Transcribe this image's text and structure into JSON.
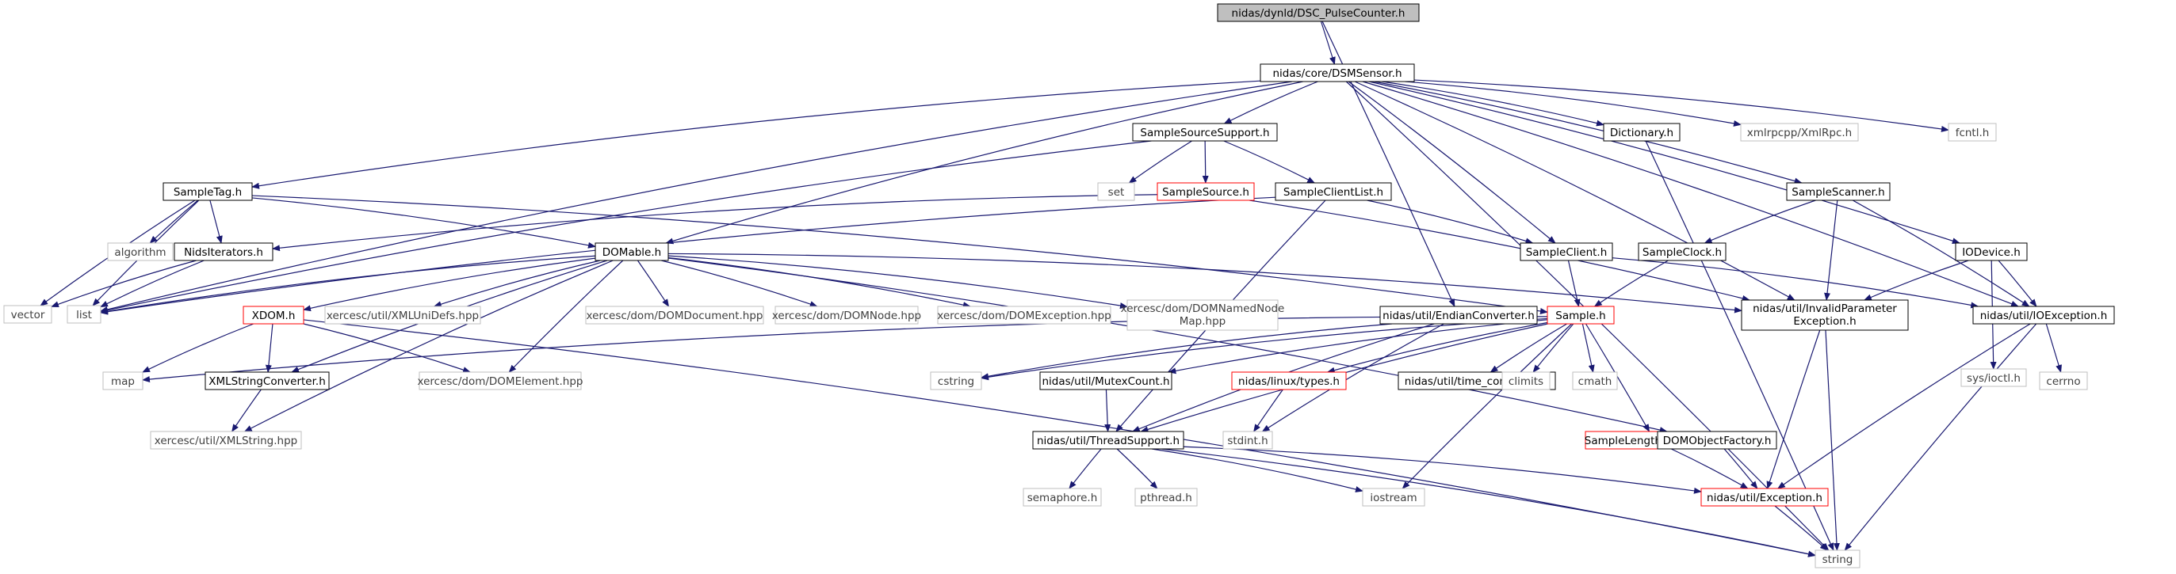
{
  "diagram": {
    "colors": {
      "edge": "#191970",
      "node_border": "#000000",
      "external_border": "#bfbfbf",
      "incomplete_border": "#ff0000",
      "root_fill": "#bfbfbf",
      "fill": "#ffffff",
      "text": "#000000",
      "external_text": "#404040"
    },
    "nodes": [
      {
        "id": "root",
        "label": "nidas/dynld/DSC_PulseCounter.h",
        "kind": "root"
      },
      {
        "id": "dsmsensor",
        "label": "nidas/core/DSMSensor.h",
        "kind": "normal"
      },
      {
        "id": "sampletag",
        "label": "SampleTag.h",
        "kind": "normal"
      },
      {
        "id": "ss_support",
        "label": "SampleSourceSupport.h",
        "kind": "normal"
      },
      {
        "id": "dictionary",
        "label": "Dictionary.h",
        "kind": "normal"
      },
      {
        "id": "xmlrpc",
        "label": "xmlrpcpp/XmlRpc.h",
        "kind": "external"
      },
      {
        "id": "fcntl",
        "label": "fcntl.h",
        "kind": "external"
      },
      {
        "id": "set",
        "label": "set",
        "kind": "external"
      },
      {
        "id": "samplesource",
        "label": "SampleSource.h",
        "kind": "incomplete"
      },
      {
        "id": "clientlist",
        "label": "SampleClientList.h",
        "kind": "normal"
      },
      {
        "id": "samplescanner",
        "label": "SampleScanner.h",
        "kind": "normal"
      },
      {
        "id": "nidsiter",
        "label": "NidsIterators.h",
        "kind": "normal"
      },
      {
        "id": "algorithm",
        "label": "algorithm",
        "kind": "external"
      },
      {
        "id": "domable",
        "label": "DOMable.h",
        "kind": "normal"
      },
      {
        "id": "sampleclient",
        "label": "SampleClient.h",
        "kind": "normal"
      },
      {
        "id": "sampleclock",
        "label": "SampleClock.h",
        "kind": "normal"
      },
      {
        "id": "iodevice",
        "label": "IODevice.h",
        "kind": "normal"
      },
      {
        "id": "vector",
        "label": "vector",
        "kind": "external"
      },
      {
        "id": "list",
        "label": "list",
        "kind": "external"
      },
      {
        "id": "xdom",
        "label": "XDOM.h",
        "kind": "incomplete"
      },
      {
        "id": "xmlunidefs",
        "label": "xercesc/util/XMLUniDefs.hpp",
        "kind": "external"
      },
      {
        "id": "domdocument",
        "label": "xercesc/dom/DOMDocument.hpp",
        "kind": "external"
      },
      {
        "id": "domnode",
        "label": "xercesc/dom/DOMNode.hpp",
        "kind": "external"
      },
      {
        "id": "domexception",
        "label": "xercesc/dom/DOMException.hpp",
        "kind": "external"
      },
      {
        "id": "domnamednodemap",
        "label": "xercesc/dom/DOMNamedNode\nMap.hpp",
        "kind": "external"
      },
      {
        "id": "endianconv",
        "label": "nidas/util/EndianConverter.h",
        "kind": "normal"
      },
      {
        "id": "sample",
        "label": "Sample.h",
        "kind": "incomplete"
      },
      {
        "id": "invalidparam",
        "label": "nidas/util/InvalidParameter\nException.h",
        "kind": "normal"
      },
      {
        "id": "ioexception",
        "label": "nidas/util/IOException.h",
        "kind": "normal"
      },
      {
        "id": "sysioctl",
        "label": "sys/ioctl.h",
        "kind": "external"
      },
      {
        "id": "map",
        "label": "map",
        "kind": "external"
      },
      {
        "id": "xmlstrconv",
        "label": "XMLStringConverter.h",
        "kind": "normal"
      },
      {
        "id": "domelement",
        "label": "xercesc/dom/DOMElement.hpp",
        "kind": "external"
      },
      {
        "id": "cstring",
        "label": "cstring",
        "kind": "external"
      },
      {
        "id": "mutexcount",
        "label": "nidas/util/MutexCount.h",
        "kind": "normal"
      },
      {
        "id": "linuxtypes",
        "label": "nidas/linux/types.h",
        "kind": "incomplete"
      },
      {
        "id": "timeconst",
        "label": "nidas/util/time_constants.h",
        "kind": "normal"
      },
      {
        "id": "climits",
        "label": "climits",
        "kind": "external"
      },
      {
        "id": "cmath",
        "label": "cmath",
        "kind": "external"
      },
      {
        "id": "cerrno",
        "label": "cerrno",
        "kind": "external"
      },
      {
        "id": "xmlstring",
        "label": "xercesc/util/XMLString.hpp",
        "kind": "external"
      },
      {
        "id": "threadsupport",
        "label": "nidas/util/ThreadSupport.h",
        "kind": "normal"
      },
      {
        "id": "stdint",
        "label": "stdint.h",
        "kind": "external"
      },
      {
        "id": "samplelengthex",
        "label": "SampleLengthException.h",
        "kind": "incomplete"
      },
      {
        "id": "domobjfactory",
        "label": "DOMObjectFactory.h",
        "kind": "normal"
      },
      {
        "id": "semaphore",
        "label": "semaphore.h",
        "kind": "external"
      },
      {
        "id": "pthread",
        "label": "pthread.h",
        "kind": "external"
      },
      {
        "id": "iostream",
        "label": "iostream",
        "kind": "external"
      },
      {
        "id": "exception",
        "label": "nidas/util/Exception.h",
        "kind": "incomplete"
      },
      {
        "id": "string",
        "label": "string",
        "kind": "external"
      }
    ],
    "edges": [
      [
        "root",
        "dsmsensor"
      ],
      [
        "root",
        "endianconv"
      ],
      [
        "dsmsensor",
        "sampletag"
      ],
      [
        "dsmsensor",
        "ss_support"
      ],
      [
        "dsmsensor",
        "list"
      ],
      [
        "dsmsensor",
        "domable"
      ],
      [
        "dsmsensor",
        "sampleclient"
      ],
      [
        "dsmsensor",
        "dictionary"
      ],
      [
        "dsmsensor",
        "invalidparam"
      ],
      [
        "dsmsensor",
        "xmlrpc"
      ],
      [
        "dsmsensor",
        "samplescanner"
      ],
      [
        "dsmsensor",
        "string"
      ],
      [
        "dsmsensor",
        "fcntl"
      ],
      [
        "dsmsensor",
        "iodevice"
      ],
      [
        "dsmsensor",
        "ioexception"
      ],
      [
        "sampletag",
        "nidsiter"
      ],
      [
        "sampletag",
        "algorithm"
      ],
      [
        "sampletag",
        "domable"
      ],
      [
        "sampletag",
        "sample"
      ],
      [
        "sampletag",
        "vector"
      ],
      [
        "sampletag",
        "list"
      ],
      [
        "ss_support",
        "set"
      ],
      [
        "ss_support",
        "samplesource"
      ],
      [
        "ss_support",
        "clientlist"
      ],
      [
        "ss_support",
        "list"
      ],
      [
        "samplesource",
        "nidsiter"
      ],
      [
        "samplesource",
        "invalidparam"
      ],
      [
        "clientlist",
        "sampleclient"
      ],
      [
        "clientlist",
        "threadsupport"
      ],
      [
        "clientlist",
        "list"
      ],
      [
        "samplescanner",
        "sampleclock"
      ],
      [
        "samplescanner",
        "invalidparam"
      ],
      [
        "samplescanner",
        "ioexception"
      ],
      [
        "nidsiter",
        "vector"
      ],
      [
        "nidsiter",
        "list"
      ],
      [
        "domable",
        "xdom"
      ],
      [
        "domable",
        "xmlunidefs"
      ],
      [
        "domable",
        "domdocument"
      ],
      [
        "domable",
        "domnode"
      ],
      [
        "domable",
        "domexception"
      ],
      [
        "domable",
        "domnamednodemap"
      ],
      [
        "domable",
        "domelement"
      ],
      [
        "domable",
        "xmlstrconv"
      ],
      [
        "domable",
        "xmlstring"
      ],
      [
        "domable",
        "domobjfactory"
      ],
      [
        "domable",
        "invalidparam"
      ],
      [
        "domable",
        "list"
      ],
      [
        "sampleclient",
        "sample"
      ],
      [
        "sampleclient",
        "ioexception"
      ],
      [
        "sampleclock",
        "sample"
      ],
      [
        "iodevice",
        "sysioctl"
      ],
      [
        "iodevice",
        "ioexception"
      ],
      [
        "iodevice",
        "invalidparam"
      ],
      [
        "xdom",
        "map"
      ],
      [
        "xdom",
        "xmlstrconv"
      ],
      [
        "xdom",
        "domelement"
      ],
      [
        "xdom",
        "string"
      ],
      [
        "xmlstrconv",
        "xmlstring"
      ],
      [
        "endianconv",
        "cstring"
      ],
      [
        "endianconv",
        "threadsupport"
      ],
      [
        "endianconv",
        "stdint"
      ],
      [
        "sample",
        "cstring"
      ],
      [
        "sample",
        "mutexcount"
      ],
      [
        "sample",
        "linuxtypes"
      ],
      [
        "sample",
        "timeconst"
      ],
      [
        "sample",
        "climits"
      ],
      [
        "sample",
        "cmath"
      ],
      [
        "sample",
        "samplelengthex"
      ],
      [
        "sample",
        "threadsupport"
      ],
      [
        "sample",
        "iostream"
      ],
      [
        "sample",
        "map"
      ],
      [
        "mutexcount",
        "threadsupport"
      ],
      [
        "linuxtypes",
        "stdint"
      ],
      [
        "threadsupport",
        "semaphore"
      ],
      [
        "threadsupport",
        "pthread"
      ],
      [
        "threadsupport",
        "iostream"
      ],
      [
        "threadsupport",
        "exception"
      ],
      [
        "threadsupport",
        "string"
      ],
      [
        "samplelengthex",
        "exception"
      ],
      [
        "domobjfactory",
        "exception"
      ],
      [
        "invalidparam",
        "exception"
      ],
      [
        "invalidparam",
        "string"
      ],
      [
        "ioexception",
        "cerrno"
      ],
      [
        "ioexception",
        "exception"
      ],
      [
        "ioexception",
        "string"
      ],
      [
        "exception",
        "string"
      ],
      [
        "dictionary",
        "string"
      ]
    ]
  }
}
